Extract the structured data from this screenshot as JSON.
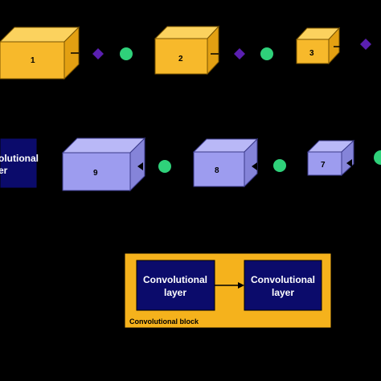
{
  "cubes": [
    {
      "label": "1",
      "color": "orange"
    },
    {
      "label": "2",
      "color": "orange"
    },
    {
      "label": "3",
      "color": "orange"
    },
    {
      "label": "7",
      "color": "purple"
    },
    {
      "label": "8",
      "color": "purple"
    },
    {
      "label": "9",
      "color": "purple"
    }
  ],
  "left_box": {
    "line1": "olutional",
    "line2": "er"
  },
  "block": {
    "layer_a": {
      "line1": "Convolutional",
      "line2": "layer"
    },
    "layer_b": {
      "line1": "Convolutional",
      "line2": "layer"
    },
    "caption": "Convolutional block"
  },
  "colors": {
    "orange_front": "#f7b92b",
    "orange_top": "#fbd25e",
    "orange_side": "#e3a012",
    "purple_front": "#9d9cef",
    "purple_top": "#b9b8f7",
    "purple_side": "#8584d9",
    "navy": "#0b0b6b",
    "green_dot": "#2fd17a",
    "diamond": "#5a1fb0",
    "block_bg": "#f5b21c"
  }
}
